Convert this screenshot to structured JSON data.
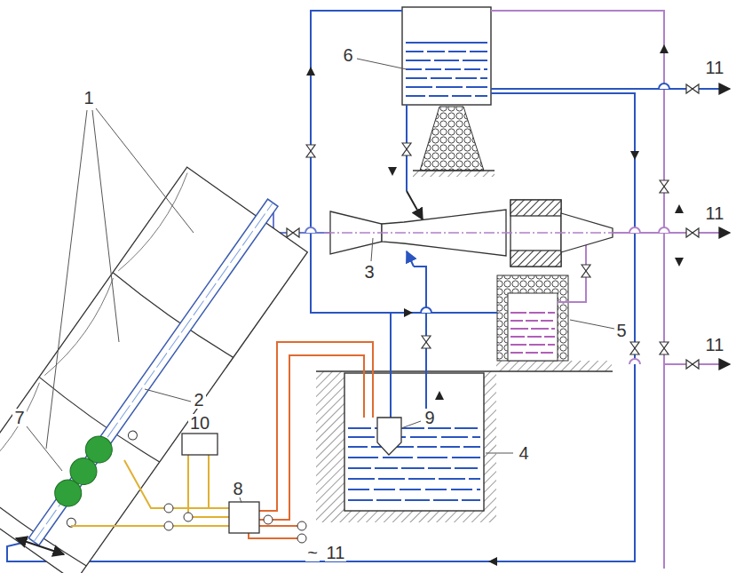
{
  "diagram": {
    "labels": [
      "1",
      "2",
      "3",
      "4",
      "5",
      "6",
      "7",
      "8",
      "9",
      "10",
      "11",
      "11",
      "11",
      "~",
      "11"
    ]
  }
}
